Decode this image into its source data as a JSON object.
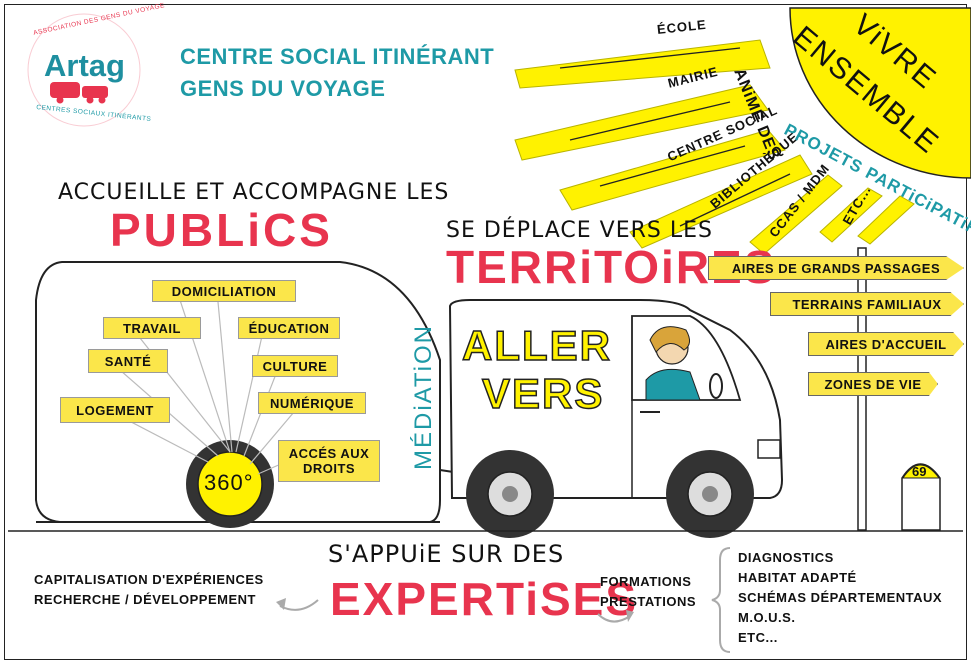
{
  "header": {
    "logo_name": "Artag",
    "logo_arc_top": "ASSOCIATION DES GENS DU VOYAGE",
    "logo_arc_bottom": "CENTRES SOCIAUX ITINÉRANTS",
    "title_line1": "CENTRE SOCIAL ITINÉRANT",
    "title_line2": "GENS DU VOYAGE"
  },
  "publics": {
    "intro": "ACCUEILLE ET ACCOMPAGNE LES",
    "headline": "PUBLiCS",
    "hub": "360°",
    "items": [
      "DOMICILIATION",
      "TRAVAIL",
      "ÉDUCATION",
      "SANTÉ",
      "CULTURE",
      "LOGEMENT",
      "NUMÉRIQUE",
      "ACCÉS AUX DROITS"
    ]
  },
  "territoires": {
    "intro": "SE DÉPLACE VERS LES",
    "headline": "TERRiTOiRES",
    "van_line1": "ALLER",
    "van_line2": "VERS",
    "mediation": "MÉDiATiON"
  },
  "sun": {
    "headline_line1": "ViVRE",
    "headline_line2": "ENSEMBLE",
    "arc_part1": "ANiME DES",
    "arc_part2": "PROJETS PARTiCiPATiFS",
    "rays": [
      "ÉCOLE",
      "MAIRIE",
      "CENTRE SOCIAL",
      "BIBLIOTHÈQUE",
      "CCAS / MDM",
      "ETC..."
    ]
  },
  "signpost": {
    "signs": [
      "AIRES DE GRANDS PASSAGES",
      "TERRAINS FAMILIAUX",
      "AIRES D'ACCUEIL",
      "ZONES DE VIE"
    ],
    "milestone": "69"
  },
  "expertises": {
    "intro": "S'APPUiE SUR DES",
    "headline": "EXPERTiSES",
    "left_items": [
      "CAPITALISATION D'EXPÉRIENCES",
      "RECHERCHE / DÉVELOPPEMENT"
    ],
    "middle_items": [
      "FORMATIONS",
      "PRESTATIONS"
    ],
    "right_items": [
      "DIAGNOSTICS",
      "HABITAT ADAPTÉ",
      "SCHÉMAS DÉPARTEMENTAUX",
      "M.O.U.S.",
      "ETC..."
    ]
  },
  "colors": {
    "teal": "#1e9aa6",
    "red": "#e8344e",
    "yellow": "#fbe64a",
    "sun": "#fff200"
  }
}
